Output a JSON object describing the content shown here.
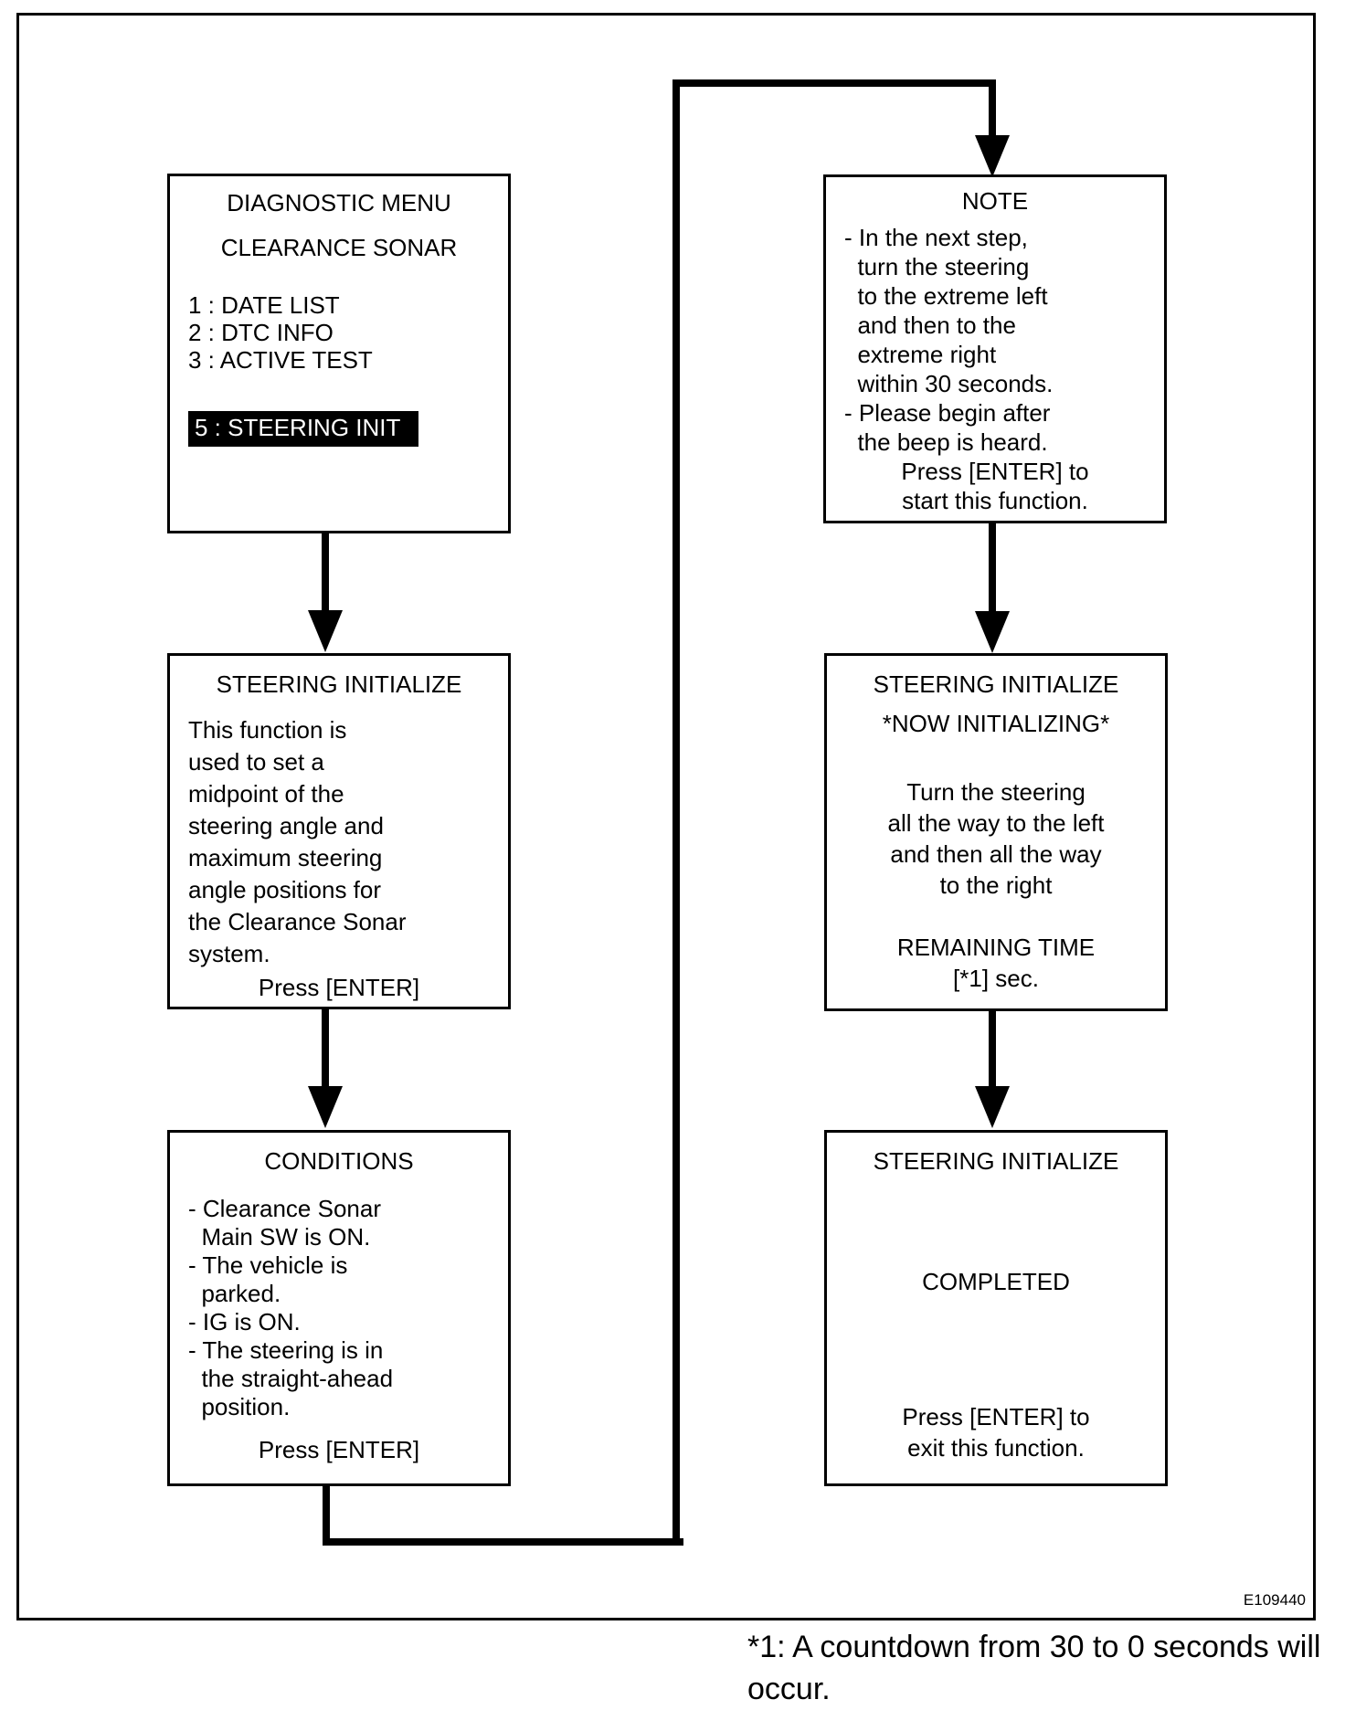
{
  "figure": {
    "id_label": "E109440",
    "footnote": "*1: A countdown from 30 to 0 seconds will\noccur."
  },
  "colors": {
    "foreground": "#000000",
    "background": "#ffffff",
    "highlight_bg": "#000000",
    "highlight_text": "#ffffff"
  },
  "diagnostic_menu": {
    "title_line1": "DIAGNOSTIC MENU",
    "title_line2": "CLEARANCE SONAR",
    "items": "1 : DATE LIST\n2 : DTC INFO\n3 : ACTIVE TEST",
    "selected_item": "5 : STEERING INIT"
  },
  "steering_initialize": {
    "title": "STEERING INITIALIZE",
    "description": "This function is\nused to set a\nmidpoint of the\nsteering angle and\nmaximum steering\nangle positions for\nthe Clearance Sonar\nsystem.",
    "action": "Press [ENTER]"
  },
  "conditions": {
    "title": "CONDITIONS",
    "bullets": "- Clearance Sonar\n  Main SW is ON.\n- The vehicle is\n  parked.\n- IG is ON.\n- The steering is in\n  the straight-ahead\n  position.",
    "action": "Press [ENTER]"
  },
  "note": {
    "title": "NOTE",
    "bullets": "- In the next step,\n  turn the steering\n  to the extreme left\n  and then to the\n  extreme right\n  within 30 seconds.\n- Please begin after\n  the beep is heard.",
    "action": "Press [ENTER] to\nstart this function."
  },
  "now_initializing": {
    "title": "STEERING INITIALIZE",
    "status": "*NOW INITIALIZING*",
    "instruction": "Turn the steering\nall the way to the left\nand then all the way\nto the right",
    "remaining_time_label": "REMAINING TIME",
    "remaining_time_value": "[*1] sec."
  },
  "completed": {
    "title": "STEERING INITIALIZE",
    "status": "COMPLETED",
    "action": "Press [ENTER] to\nexit this function."
  }
}
